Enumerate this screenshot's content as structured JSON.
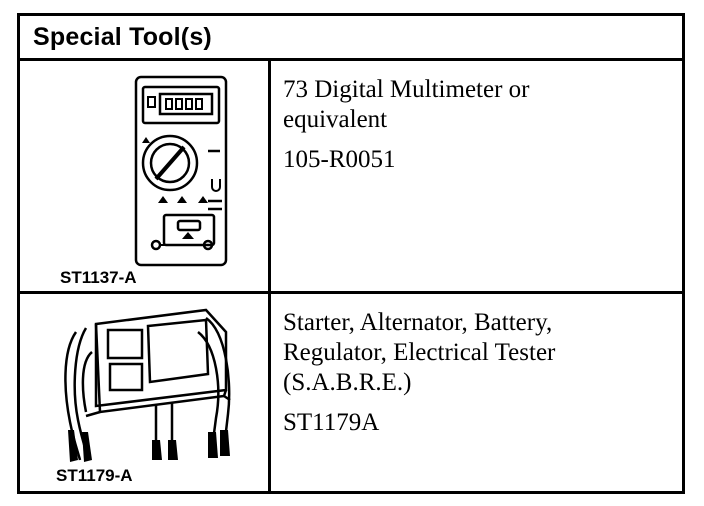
{
  "header": {
    "title": "Special Tool(s)"
  },
  "tools": [
    {
      "illustration_label": "ST1137-A",
      "name": "73 Digital Multimeter or equivalent",
      "number": "105-R0051",
      "icon": "digital-multimeter-icon"
    },
    {
      "illustration_label": "ST1179-A",
      "name": "Starter, Alternator, Battery, Regulator, Electrical Tester (S.A.B.R.E.)",
      "number": "ST1179A",
      "icon": "sabre-tester-icon"
    }
  ]
}
